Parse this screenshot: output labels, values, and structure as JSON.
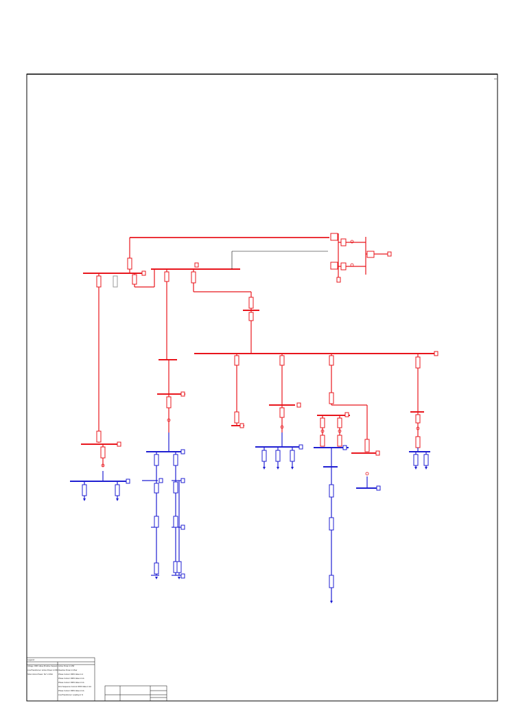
{
  "colors": {
    "high_voltage": "#e8141b",
    "low_voltage": "#1e1ed2",
    "frame": "#000000",
    "background": "#ffffff"
  },
  "legend": {
    "title": "Legend",
    "left_items": [
      "Voltage: RMS Value [Positive Sequence] in kV",
      "Line/Transformer: Active Power in MW",
      "Short-Circuit Power: Sk'' in MVA"
    ],
    "right_items": [
      "Active Power in MW",
      "Reactive Power in Mvar",
      "Phase Current: RMS Value in A",
      "Phase Current: RMS Value in kA",
      "Phase Current: RMS Value in kA",
      "Zero Sequence Current: RMS Value in kA",
      "Phase Current: RMS Value in kA",
      "Line/Transformer: Loading in %"
    ]
  }
}
